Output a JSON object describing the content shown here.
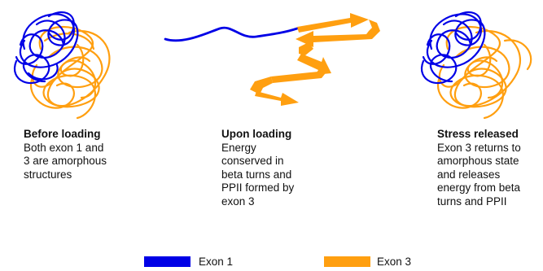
{
  "colors": {
    "exon1": "#0000e6",
    "exon3": "#ff9f10"
  },
  "panels": [
    {
      "title": "Before loading",
      "body": "Both exon 1 and\n3 are amorphous\nstructures",
      "icon": "amorphous-coil-icon"
    },
    {
      "title": "Upon loading",
      "body": "Energy\nconserved in\nbeta turns and\nPPII formed by\nexon 3",
      "icon": "beta-sheet-arrows-icon"
    },
    {
      "title": "Stress released",
      "body": "Exon 3 returns to\namorphous state\nand releases\nenergy from beta\nturns and PPII",
      "icon": "amorphous-coil-icon"
    }
  ],
  "legend": [
    {
      "label": "Exon 1",
      "color_key": "exon1"
    },
    {
      "label": "Exon 3",
      "color_key": "exon3"
    }
  ]
}
